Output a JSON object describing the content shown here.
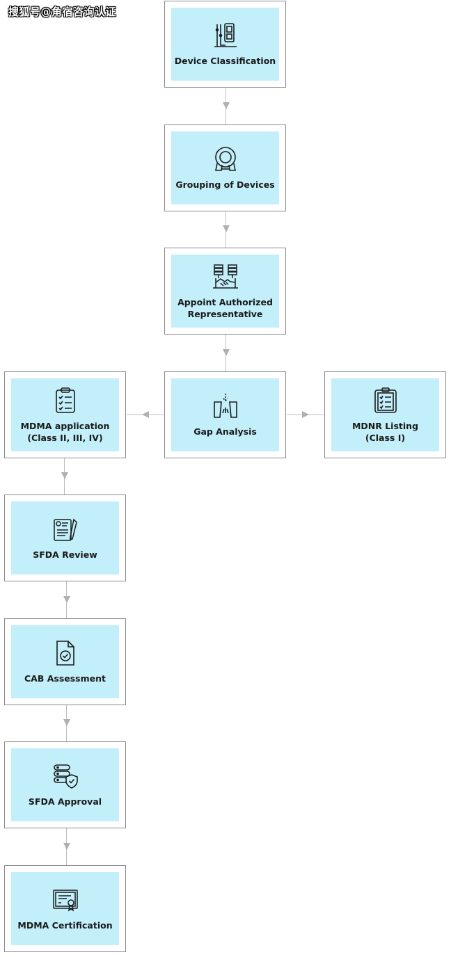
{
  "watermark": "搜狐号@角宿咨询认证",
  "nodes": {
    "device_classification": {
      "label": "Device Classification",
      "icon": "device-classification-icon"
    },
    "grouping": {
      "label": "Grouping of Devices",
      "icon": "mri-scanner-icon"
    },
    "appoint_rep": {
      "label": "Appoint Authorized\nRepresentative",
      "icon": "handshake-servers-icon"
    },
    "gap_analysis": {
      "label": "Gap Analysis",
      "icon": "gap-analysis-icon"
    },
    "mdma_application": {
      "label": "MDMA application\n(Class II, III, IV)",
      "icon": "clipboard-checklist-icon"
    },
    "mdnr_listing": {
      "label": "MDNR Listing\n(Class I)",
      "icon": "checklist-clipboard-icon"
    },
    "sfda_review": {
      "label": "SFDA Review",
      "icon": "document-review-icon"
    },
    "cab_assessment": {
      "label": "CAB Assessment",
      "icon": "document-check-icon"
    },
    "sfda_approval": {
      "label": "SFDA Approval",
      "icon": "database-shield-icon"
    },
    "mdma_certification": {
      "label": "MDMA Certification",
      "icon": "certificate-icon"
    }
  },
  "colors": {
    "box_fill": "#c3effb",
    "border": "#8a8a8a",
    "connector": "#bdbdbd",
    "text": "#1a1a1a"
  }
}
